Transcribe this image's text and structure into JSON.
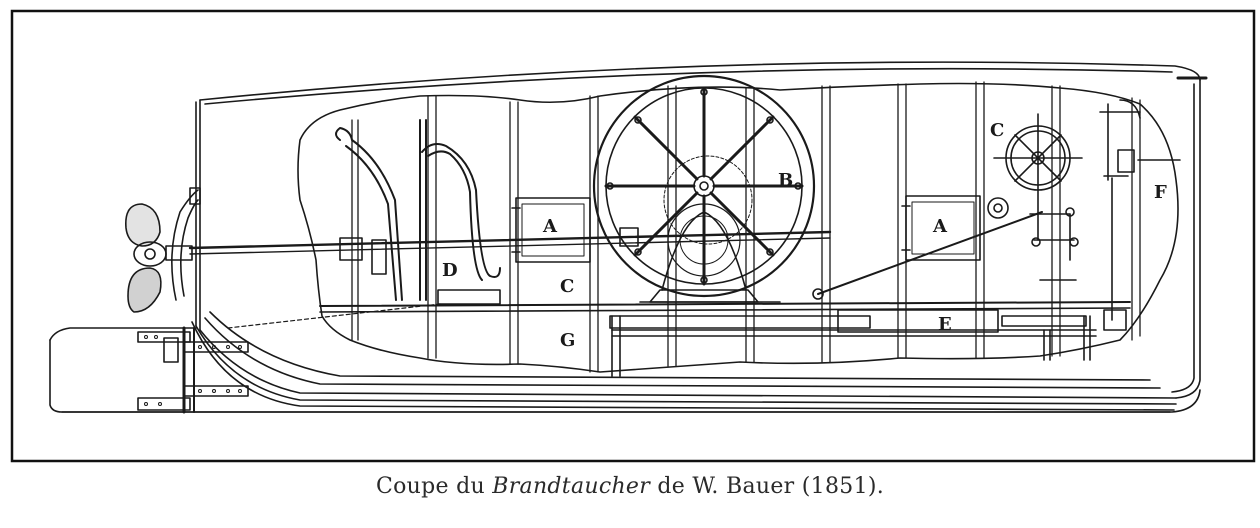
{
  "caption": {
    "prefix": "Coupe du",
    "vessel": "Brandtaucher",
    "suffix": "de W. Bauer (1851)."
  },
  "labels": {
    "a_left": "A",
    "a_right": "A",
    "b": "B",
    "c_top": "C",
    "c_mid": "C",
    "d": "D",
    "e": "E",
    "f": "F",
    "g": "G"
  },
  "colors": {
    "ink": "#1a1a1a",
    "paper": "#ffffff",
    "frame": "#111111"
  }
}
